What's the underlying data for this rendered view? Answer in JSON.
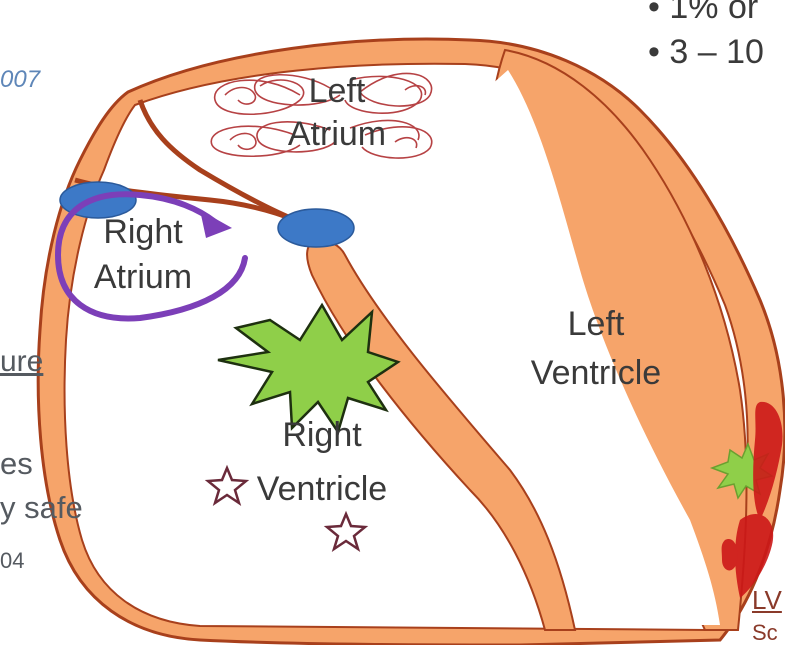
{
  "chambers": {
    "left_atrium": [
      "Left",
      "Atrium"
    ],
    "right_atrium": [
      "Right",
      "Atrium"
    ],
    "left_ventricle": [
      "Left",
      "Ventricle"
    ],
    "right_ventricle": [
      "Right",
      "Ventricle"
    ]
  },
  "left_edge_text": {
    "year": "007",
    "underlined": "ure",
    "line1": "es",
    "line2": "y safe",
    "line3": "04"
  },
  "right_edge_text": {
    "bullet1": "1% or",
    "bullet2": "3 – 10",
    "bottom1": "LV",
    "bottom2": "Sc"
  },
  "colors": {
    "muscle": "#f6a46a",
    "muscle_stroke": "#a8401c",
    "node": "#3d79c7",
    "fibrillation": "#b3383b",
    "reentry_arrow": "#7c3fb8",
    "focus_fill": "#8fcf49",
    "text": "#3a3a3a",
    "link_blue": "#5e86b8",
    "scar": "#cc1818"
  }
}
